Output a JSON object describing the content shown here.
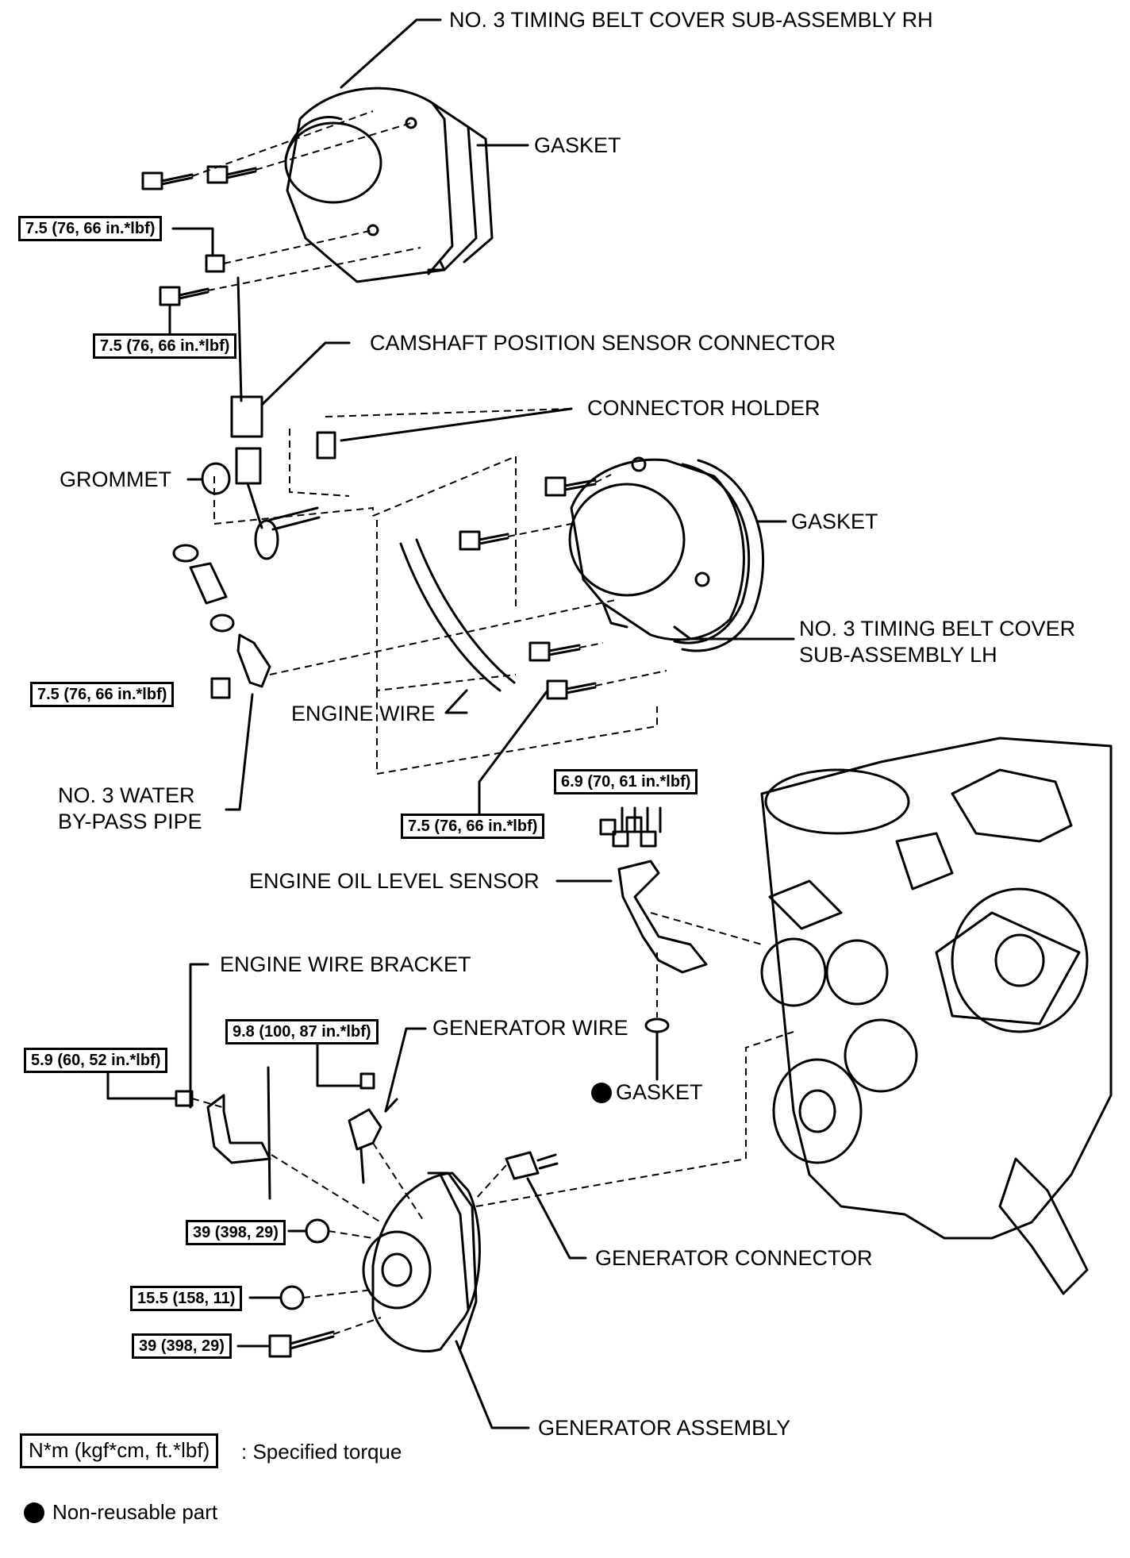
{
  "labels": {
    "tbc_rh": "NO. 3 TIMING BELT COVER SUB-ASSEMBLY RH",
    "gasket_top": "GASKET",
    "cam_sensor_connector": "CAMSHAFT POSITION SENSOR CONNECTOR",
    "connector_holder": "CONNECTOR HOLDER",
    "grommet": "GROMMET",
    "gasket_mid": "GASKET",
    "tbc_lh_line1": "NO. 3 TIMING BELT COVER",
    "tbc_lh_line2": "SUB-ASSEMBLY LH",
    "engine_wire": "ENGINE WIRE",
    "water_pipe_line1": "NO. 3 WATER",
    "water_pipe_line2": "BY-PASS PIPE",
    "oil_level_sensor": "ENGINE OIL LEVEL SENSOR",
    "engine_wire_bracket": "ENGINE WIRE BRACKET",
    "generator_wire": "GENERATOR WIRE",
    "gasket_bottom": "GASKET",
    "generator_connector": "GENERATOR CONNECTOR",
    "generator_assembly": "GENERATOR ASSEMBLY"
  },
  "torques": {
    "t_rh_nut": "7.5 (76, 66 in.*lbf)",
    "t_rh_bolt": "7.5 (76, 66 in.*lbf)",
    "t_pipe": "7.5 (76, 66 in.*lbf)",
    "t_lh_bolt": "7.5 (76, 66 in.*lbf)",
    "t_sensor": "6.9 (70, 61 in.*lbf)",
    "t_gen_wire": "9.8 (100, 87 in.*lbf)",
    "t_bracket": "5.9 (60, 52 in.*lbf)",
    "t_gen_nut1": "39 (398, 29)",
    "t_gen_nut2": "15.5 (158, 11)",
    "t_gen_bolt": "39 (398, 29)"
  },
  "legend": {
    "torque_unit": "N*m (kgf*cm, ft.*lbf)",
    "torque_desc": ": Specified torque",
    "nonreusable_desc": "Non-reusable part"
  }
}
